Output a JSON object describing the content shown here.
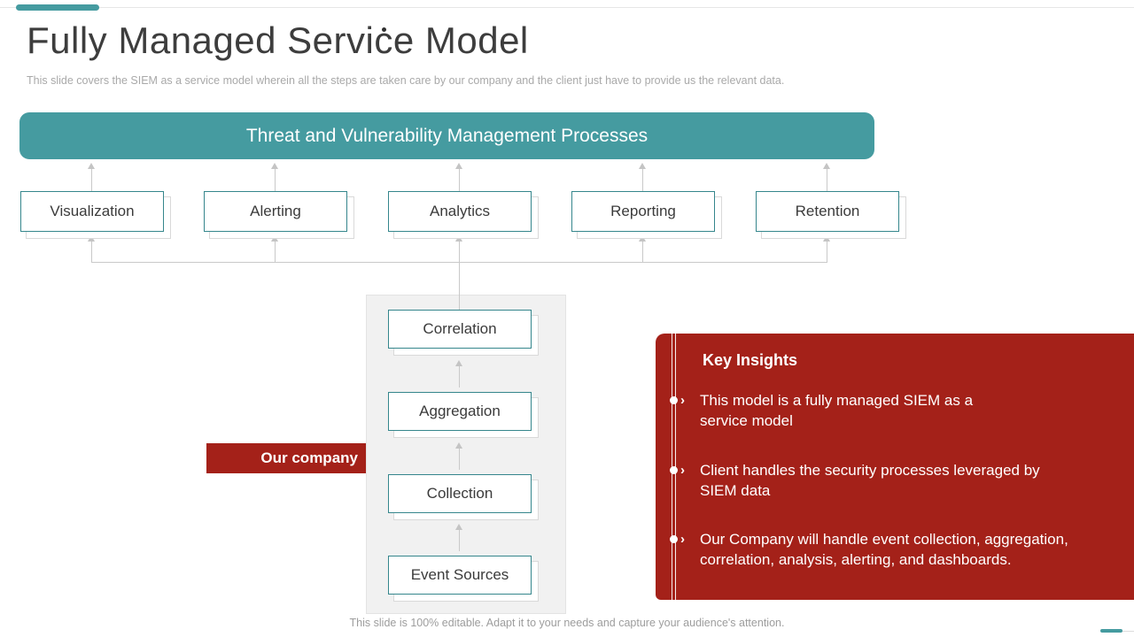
{
  "slide": {
    "title": "Fully Managed Service Model",
    "subtitle": "This slide covers the SIEM as a service model wherein all the steps are taken care by our company and the client just have to provide us the relevant data.",
    "footer": "This slide is 100% editable. Adapt it to your needs and capture your audience's attention."
  },
  "colors": {
    "teal_accent": "#459ba0",
    "red_accent": "#a42119",
    "connector_gray": "#c9c9c9",
    "box_border_teal": "#35868c"
  },
  "diagram": {
    "banner": "Threat and Vulnerability Management Processes",
    "process_row": [
      "Visualization",
      "Alerting",
      "Analytics",
      "Reporting",
      "Retention"
    ],
    "pipeline_stack": [
      "Correlation",
      "Aggregation",
      "Collection",
      "Event Sources"
    ],
    "company_label": "Our company"
  },
  "key_insights": {
    "title": "Key Insights",
    "bullets": [
      "This model is a fully managed SIEM as a service model",
      "Client handles the security processes leveraged by SIEM data",
      "Our Company will handle event collection, aggregation, correlation, analysis, alerting, and dashboards."
    ]
  }
}
